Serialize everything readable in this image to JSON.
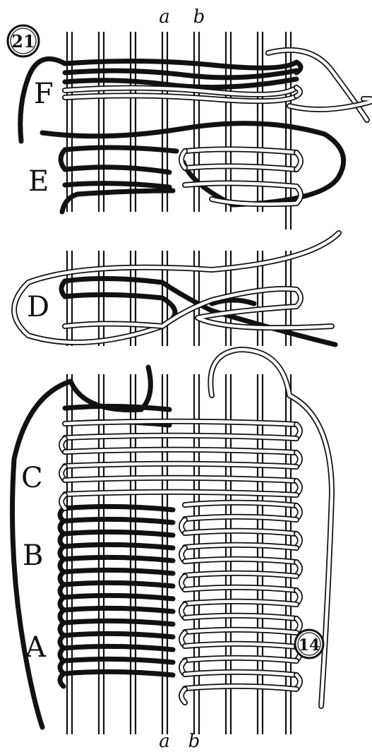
{
  "figure": {
    "number": "21",
    "stamp": "14",
    "labels": {
      "F": "F",
      "E": "E",
      "D": "D",
      "C": "C",
      "B": "B",
      "A": "A"
    },
    "markers": {
      "top_a": "a",
      "top_b": "b",
      "bottom_a": "a",
      "bottom_b": "b"
    },
    "colors": {
      "ink": "#111111",
      "paper": "#ffffff"
    }
  }
}
